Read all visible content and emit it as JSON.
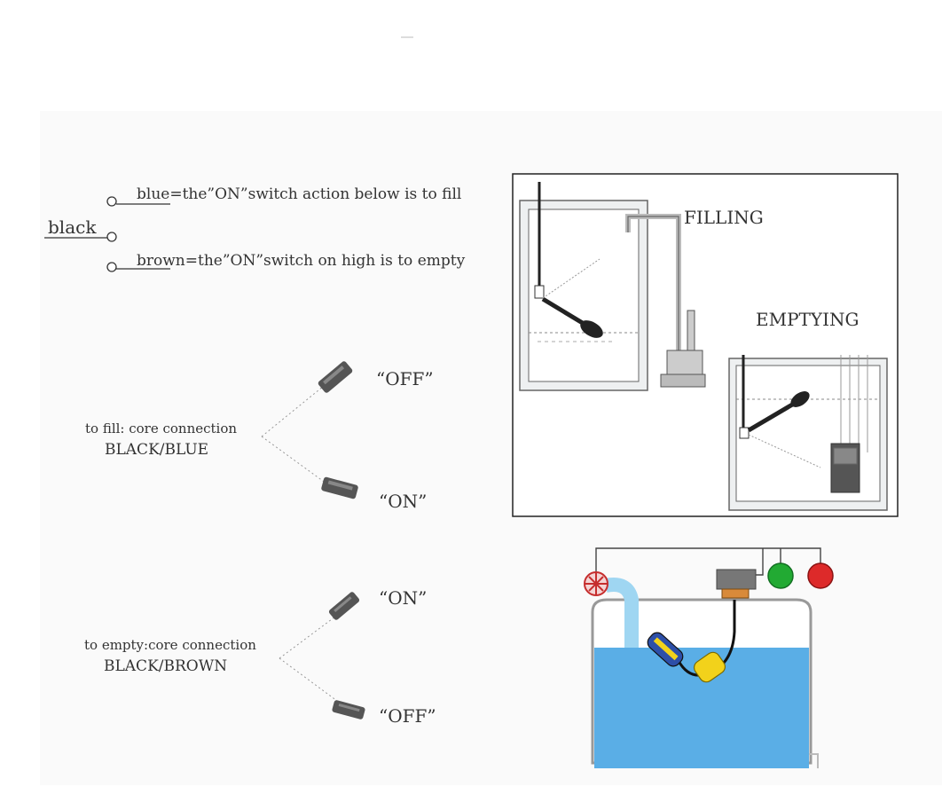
{
  "wiring": {
    "black": "black",
    "blue": "blue",
    "blue_rest": "=the”ON”switch action below is to fill",
    "brown": "brown",
    "brown_rest": "=the”ON”switch on high is to empty"
  },
  "fill_section": {
    "label_line1": "to fill: core connection",
    "label_line2": "BLACK/BLUE",
    "upper_state": "“OFF”",
    "lower_state": "“ON”"
  },
  "empty_section": {
    "label_line1": "to empty:core connection",
    "label_line2": "BLACK/BROWN",
    "upper_state": "“ON”",
    "lower_state": "“OFF”"
  },
  "sketch": {
    "filling": "FILLING",
    "emptying": "EMPTYING"
  },
  "colors": {
    "water": "#5aaee6",
    "float_yellow": "#f2d21b",
    "float_blue": "#2d4fa8",
    "lamp_green": "#22aa33",
    "lamp_red": "#dd2a2a"
  }
}
